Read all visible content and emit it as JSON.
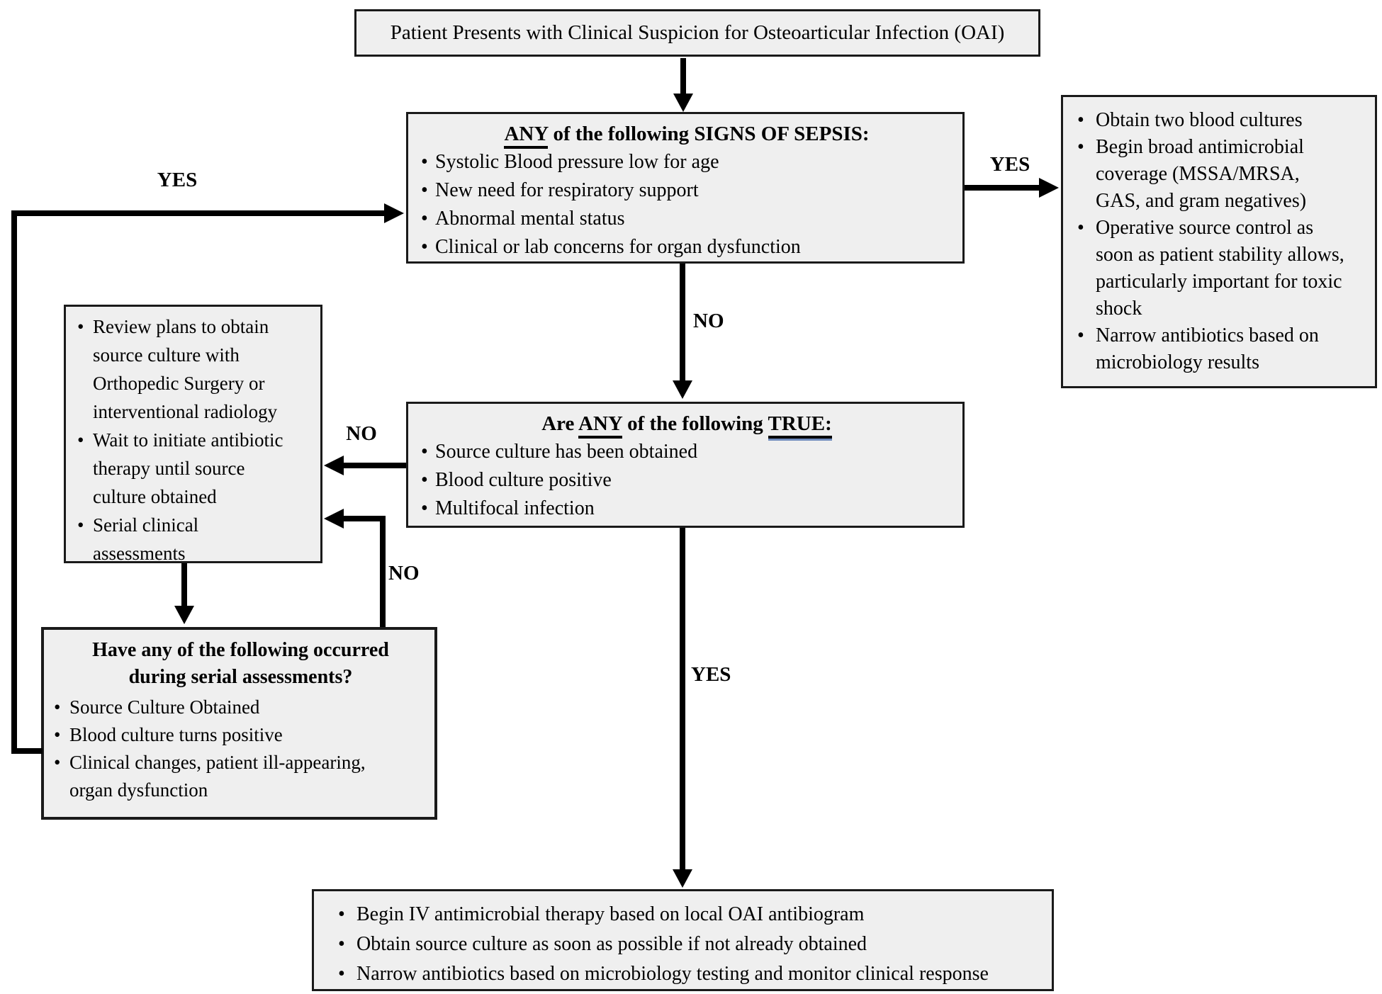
{
  "palette": {
    "background": "#ffffff",
    "box_fill": "#efefef",
    "box_border": "#1a1a1a",
    "arrow": "#000000",
    "true_underline_accent": "#6f8bbd"
  },
  "nodes": {
    "start": {
      "text": "Patient Presents with Clinical Suspicion for Osteoarticular Infection (OAI)"
    },
    "sepsis": {
      "title": {
        "any": "ANY",
        "rest": " of the following SIGNS OF SEPSIS:"
      },
      "bullets": [
        "Systolic Blood pressure low for age",
        "New need for respiratory support",
        "Abnormal mental status",
        "Clinical or lab concerns for organ dysfunction"
      ]
    },
    "sepsis_actions": {
      "bullets": [
        "Obtain two blood cultures",
        "Begin broad antimicrobial\ncoverage (MSSA/MRSA,\nGAS, and gram negatives)",
        "Operative source control as\nsoon as patient stability allows,\nparticularly important for toxic\nshock",
        "Narrow antibiotics based on\nmicrobiology results"
      ]
    },
    "criteria": {
      "title": {
        "pre": "Are ",
        "any": "ANY",
        "mid": " of the following ",
        "true_word": "TRUE:"
      },
      "bullets": [
        "Source culture has been obtained",
        "Blood culture positive",
        "Multifocal infection"
      ]
    },
    "wait_source": {
      "bullets": [
        "Review plans to obtain\nsource culture with\nOrthopedic Surgery or\ninterventional radiology",
        "Wait to initiate antibiotic\ntherapy until source\nculture obtained",
        "Serial clinical\nassessments"
      ]
    },
    "serial_check": {
      "title": "Have any of the following occurred\nduring serial assessments?",
      "bullets": [
        "Source Culture Obtained",
        "Blood culture turns positive",
        "Clinical changes, patient ill-appearing,\norgan dysfunction"
      ]
    },
    "treatment": {
      "bullets": [
        "Begin IV antimicrobial therapy based on local OAI antibiogram",
        "Obtain source culture as soon as possible if not already obtained",
        "Narrow antibiotics based on microbiology testing and monitor clinical response"
      ]
    }
  },
  "labels": {
    "serial_to_sepsis_yes": "YES",
    "sepsis_to_actions_yes": "YES",
    "sepsis_to_criteria_no": "NO",
    "criteria_to_wait_no": "NO",
    "serial_to_wait_no": "NO",
    "criteria_to_treatment_yes": "YES"
  }
}
